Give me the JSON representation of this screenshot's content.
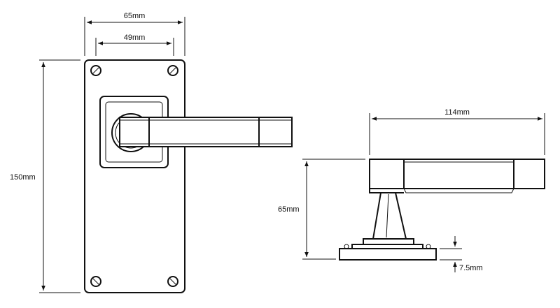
{
  "dimensions": {
    "plate_width": "65mm",
    "screw_spacing": "49mm",
    "plate_height": "150mm",
    "lever_length": "114mm",
    "projection": "65mm",
    "rose_thickness": "7.5mm"
  },
  "colors": {
    "line": "#111111",
    "background": "#ffffff"
  }
}
